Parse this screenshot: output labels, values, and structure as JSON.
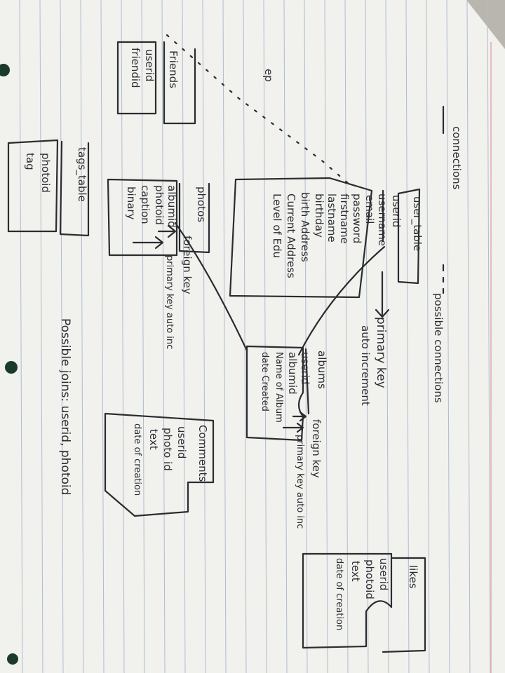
{
  "legend": {
    "solid_label": "connections",
    "dashed_label": "possible connections"
  },
  "annotations": {
    "ep": "ep",
    "possible_joins": "Possible joins: userid, photoid",
    "primary_key_auto": [
      "primary key",
      "auto increment"
    ],
    "photos_keys": [
      "foreign key",
      "primary key auto inc"
    ],
    "albums_keys": [
      "foreign key",
      "primary key auto inc"
    ]
  },
  "entities": {
    "friends": {
      "title": "Friends",
      "fields": [
        "userid",
        "friendid"
      ]
    },
    "tags": {
      "title": "tags_table",
      "fields": [
        "photoid",
        "tag"
      ]
    },
    "photos": {
      "title": "photos",
      "fields": [
        "albumid",
        "photoid",
        "caption",
        "binary"
      ]
    },
    "user_table": {
      "title": "user_table",
      "fields": [
        "userid",
        "username",
        "email",
        "password",
        "firstname",
        "lastname",
        "birthday",
        "birth Address",
        "Current Address",
        "Level of Edu"
      ]
    },
    "albums": {
      "title": "albums",
      "fields": [
        "userid",
        "albumid",
        "Name of Album",
        "date Created"
      ]
    },
    "comments": {
      "title": "Comments",
      "fields": [
        "userid",
        "photo id",
        "text",
        "date of creation"
      ]
    },
    "likes": {
      "title": "likes",
      "fields": [
        "userid",
        "photoid",
        "text",
        "date of creation"
      ]
    }
  },
  "colors": {
    "paper": "#f1f1ee",
    "rule_line": "#aebdcd",
    "margin_line": "#e3a9b0",
    "ink": "#2b2c30",
    "background": "#b8b6ae"
  }
}
